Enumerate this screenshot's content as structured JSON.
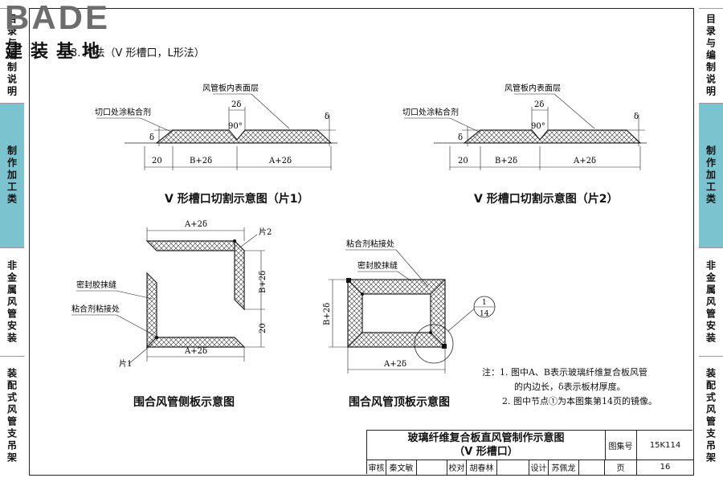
{
  "logo": {
    "letters": "BADE",
    "sub": "建装基地"
  },
  "left_tabs": [
    {
      "label": "目录与编制说明",
      "active": false
    },
    {
      "label": "制作加工类",
      "active": true
    },
    {
      "label": "非金属风管安装",
      "active": false
    },
    {
      "label": "装配式风管支吊架",
      "active": false
    }
  ],
  "right_tabs": [
    {
      "label": "目录与编制说明",
      "active": false
    },
    {
      "label": "制作加工类",
      "active": true
    },
    {
      "label": "非金属风管安装",
      "active": false
    },
    {
      "label": "装配式风管支吊架",
      "active": false
    }
  ],
  "section_title": "3.  片法（V 形槽口，L形法）",
  "diagram_left": {
    "label_inner": "风管板内表面层",
    "label_adhesive": "切口处涂粘合剂",
    "dim_2d": "2δ",
    "angle": "90°",
    "delta": "δ",
    "dim_20": "20",
    "dim_b": "B+2δ",
    "dim_a": "A+2δ",
    "caption": "V 形槽口切割示意图（片1）"
  },
  "diagram_right": {
    "label_inner": "风管板内表面层",
    "label_adhesive": "切口处涂粘合剂",
    "dim_2d": "2δ",
    "angle": "90°",
    "delta": "δ",
    "dim_20": "20",
    "dim_b": "B+2δ",
    "dim_a": "A+2δ",
    "caption": "V 形槽口切割示意图（片2）"
  },
  "side_panel": {
    "dim_top": "A+2δ",
    "dim_bottom": "A+2δ",
    "dim_right": "B+2δ",
    "dim_20": "20",
    "label_piece2": "片2",
    "label_piece1": "片1",
    "label_seal": "密封胶抹缝",
    "label_adhesive": "粘合剂粘接处",
    "caption": "围合风管侧板示意图"
  },
  "top_panel": {
    "label_adhesive": "粘合剂粘接处",
    "label_seal": "密封胶抹缝",
    "dim_left": "B+2δ",
    "dim_bottom": "A+2δ",
    "detail_num": "1",
    "detail_page": "14",
    "caption": "围合风管顶板示意图"
  },
  "notes": {
    "prefix": "注：",
    "line1": "1.  图中A、B表示玻璃纤维复合板风管",
    "line1b": "的内边长，δ表示板材厚度。",
    "line2": "2.  图中节点①为本图集第14页的镜像。"
  },
  "title_block": {
    "title_line1": "玻璃纤维复合板直风管制作示意图",
    "title_line2": "（V 形槽口）",
    "atlas_label": "图集号",
    "atlas_no": "15K114",
    "review_label": "审核",
    "reviewer": "秦文敏",
    "check_label": "校对",
    "checker": "胡春林",
    "design_label": "设计",
    "designer": "苏佩龙",
    "page_label": "页",
    "page_no": "16"
  }
}
